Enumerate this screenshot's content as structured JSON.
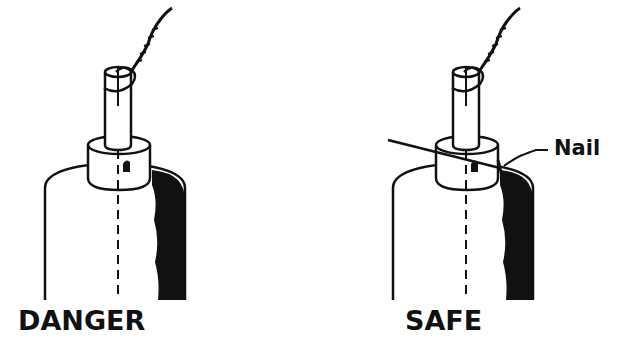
{
  "diagram": {
    "labels": [
      "DANGER",
      "SAFE",
      "Nail"
    ]
  }
}
